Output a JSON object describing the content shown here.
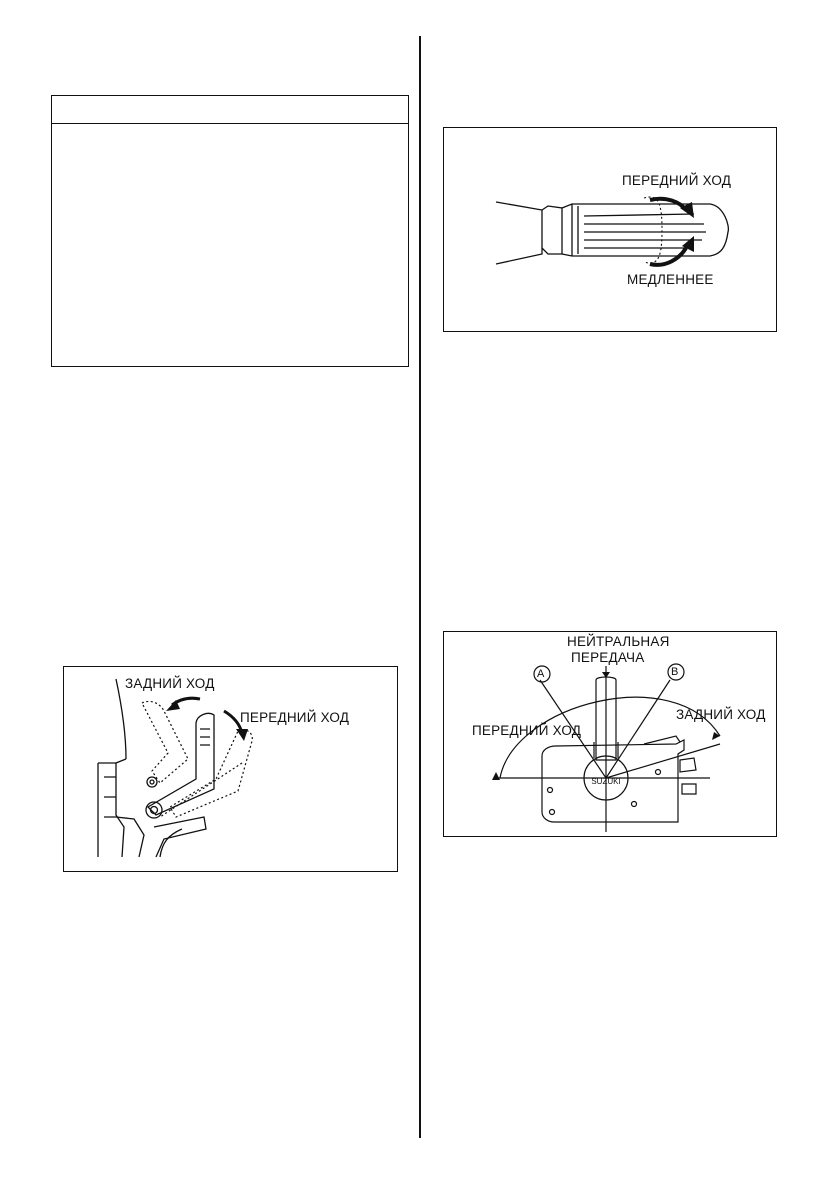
{
  "figures": {
    "tiller_lever": {
      "reverse_label": "ЗАДНИЙ ХОД",
      "forward_label": "ПЕРЕДНИЙ ХОД"
    },
    "throttle_grip": {
      "forward_label": "ПЕРЕДНИЙ ХОД",
      "slower_label": "МЕДЛЕННЕЕ"
    },
    "remote_control": {
      "neutral_label_line1": "НЕЙТРАЛЬНАЯ",
      "neutral_label_line2": "ПЕРЕДАЧА",
      "marker_a": "A",
      "marker_b": "B",
      "forward_label": "ПЕРЕДНИЙ ХОД",
      "reverse_label": "ЗАДНИЙ ХОД",
      "brand": "SUZUKI"
    }
  }
}
